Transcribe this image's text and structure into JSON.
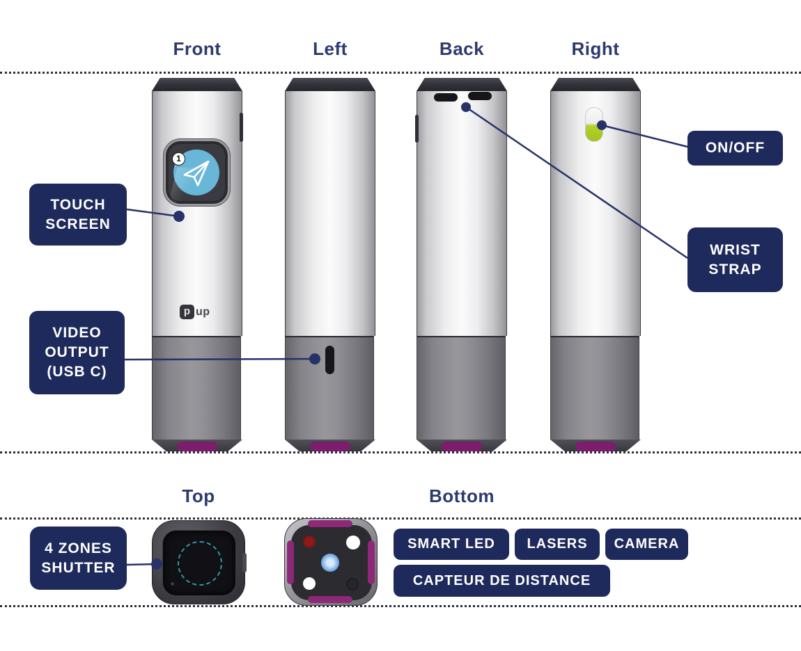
{
  "views": {
    "front": "Front",
    "left": "Left",
    "back": "Back",
    "right": "Right",
    "top": "Top",
    "bottom": "Bottom"
  },
  "callouts": {
    "touch_screen": "TOUCH\nSCREEN",
    "video_output": "VIDEO\nOUTPUT\n(USB C)",
    "on_off": "ON/OFF",
    "wrist_strap": "WRIST\nSTRAP",
    "four_zones_shutter": "4 ZONES\nSHUTTER",
    "smart_led": "SMART LED",
    "lasers": "LASERS",
    "camera": "CAMERA",
    "distance_sensor": "CAPTEUR DE DISTANCE"
  },
  "device": {
    "logo_icon": "p",
    "logo_text": "up",
    "screen_badge": "1"
  },
  "colors": {
    "label_navy": "#1e2a5c",
    "heading_navy": "#2d3a6e",
    "connector_navy": "#273268",
    "power_green": "#b2d02e",
    "lens_purple": "#8e2878",
    "screen_blue": "#68b7d8",
    "shutter_teal": "#2e9aa8"
  }
}
